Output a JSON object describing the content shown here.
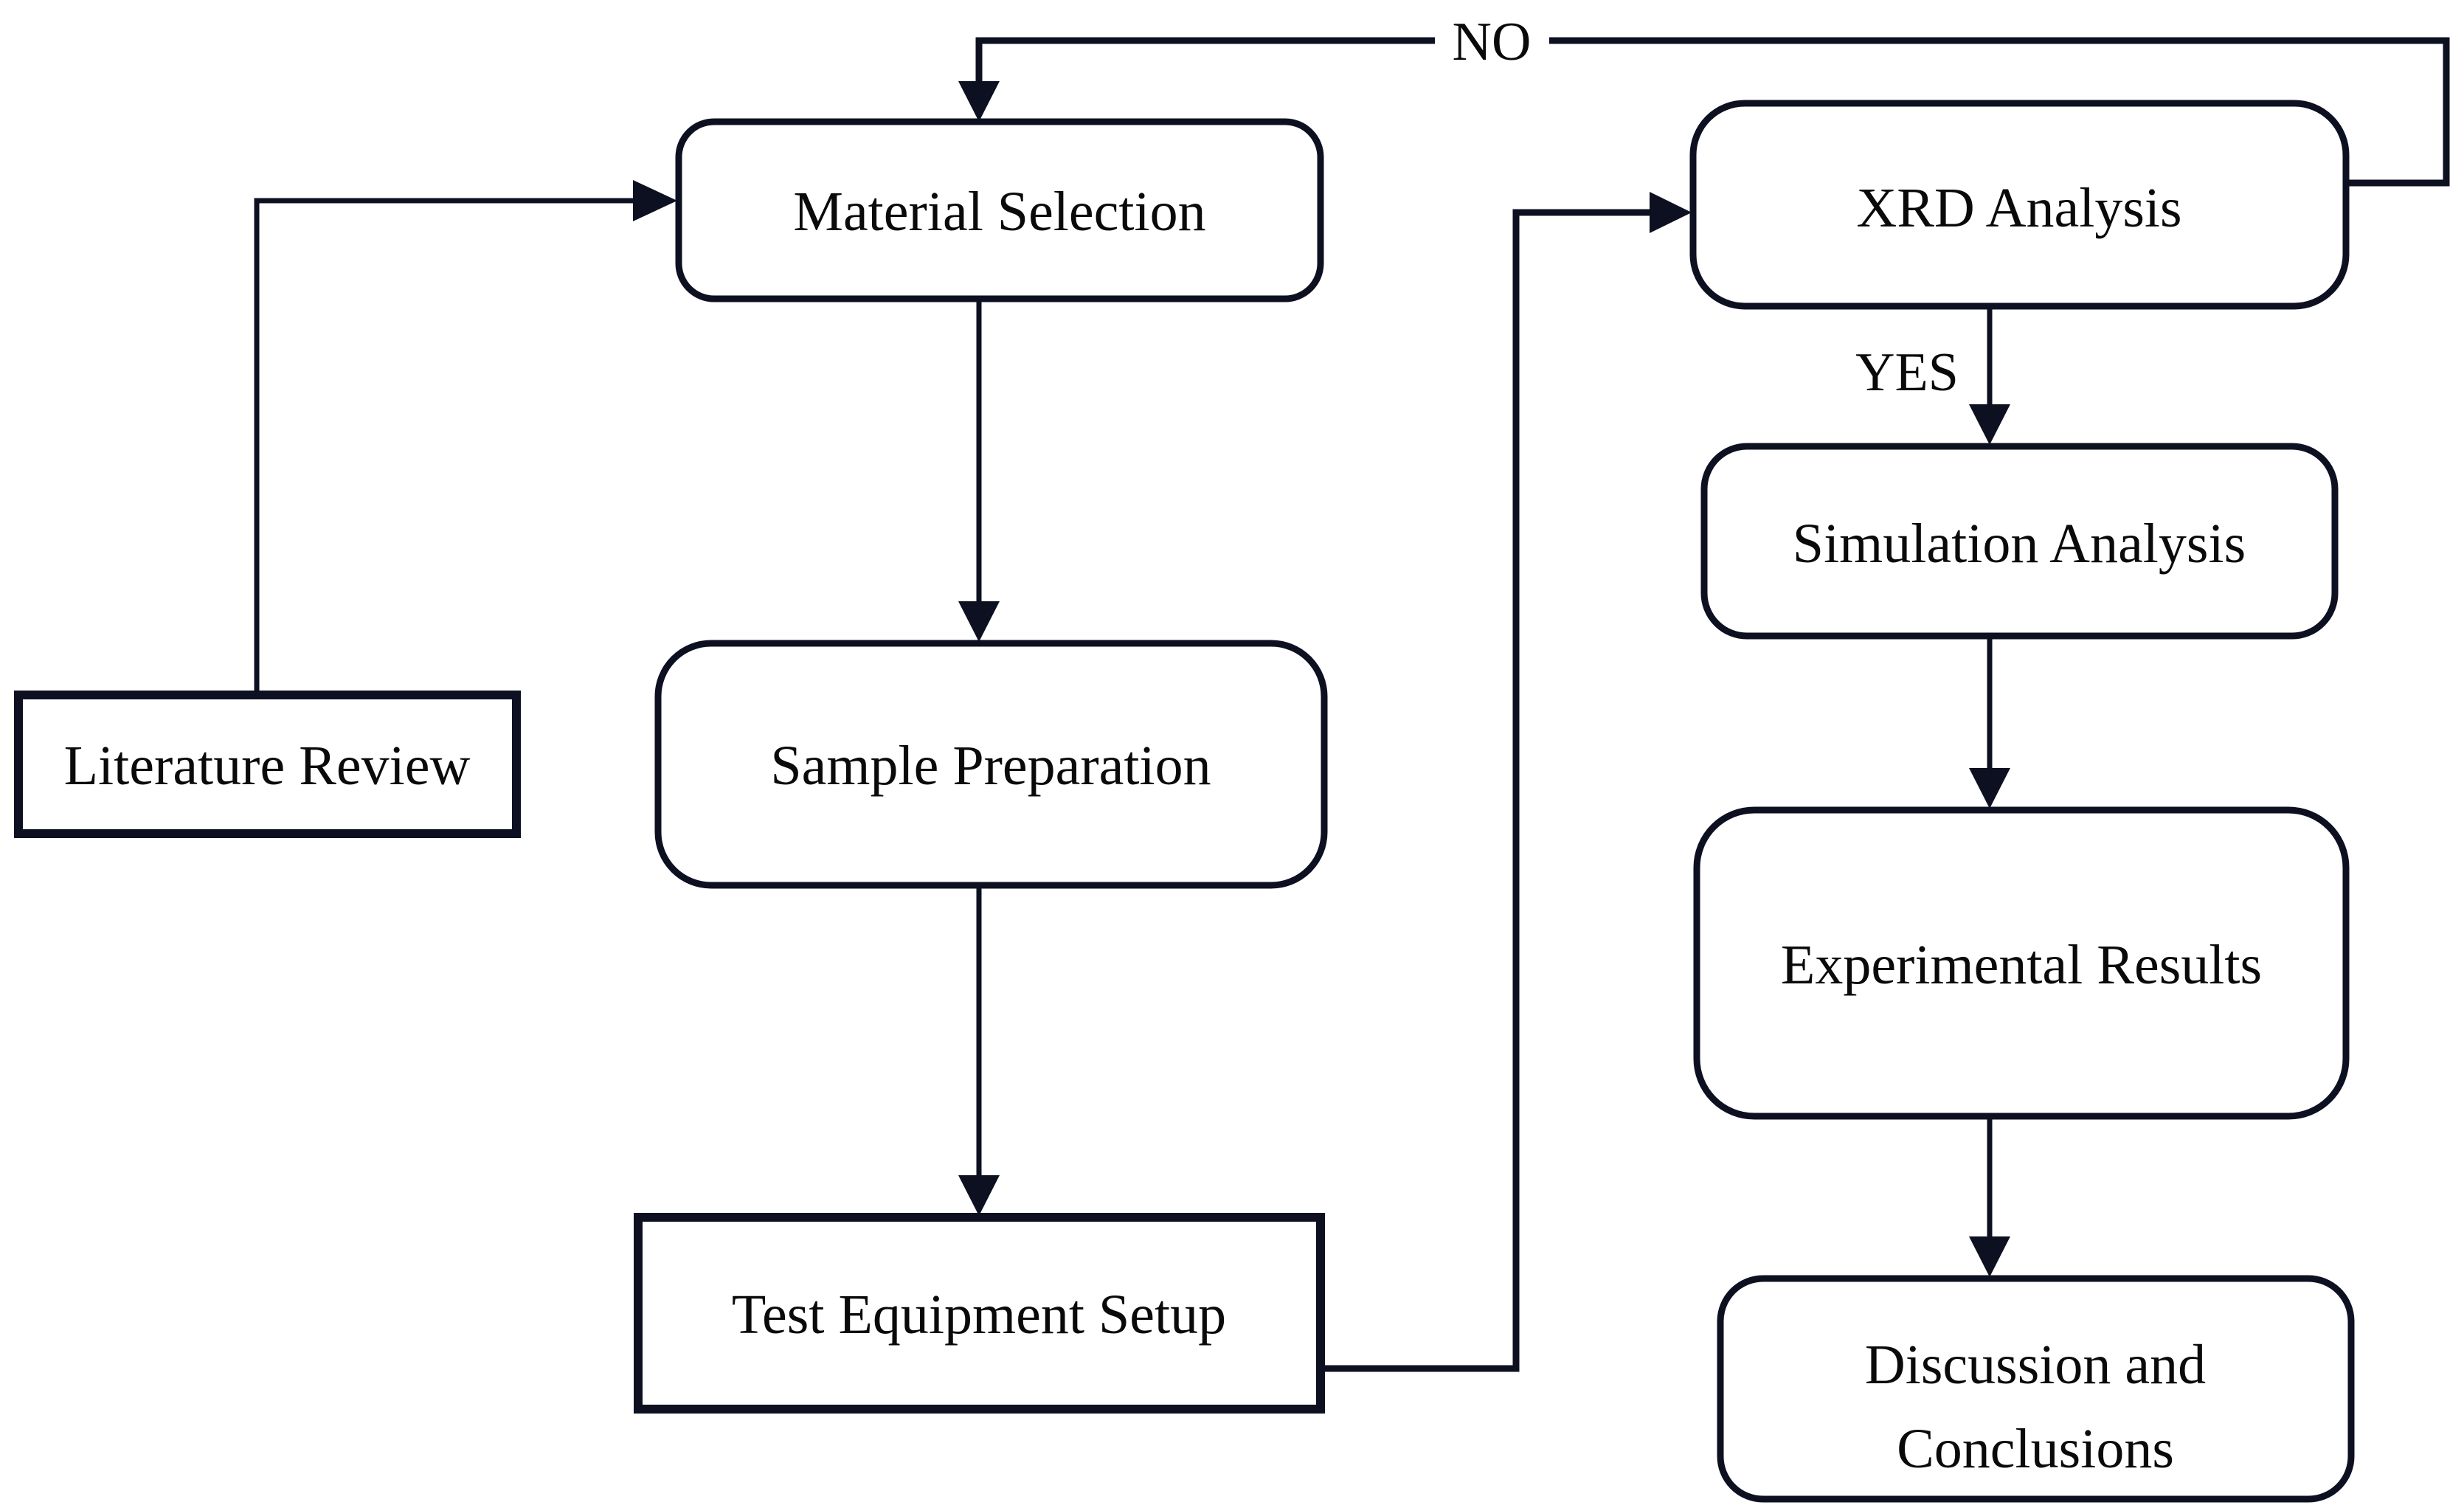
{
  "diagram": {
    "type": "flowchart",
    "background": "#ffffff",
    "line_color": "#0d1021",
    "text_color": "#0a0a0a",
    "nodes": {
      "literature_review": {
        "label": "Literature Review",
        "shape": "rectangle"
      },
      "material_selection": {
        "label": "Material Selection",
        "shape": "rounded"
      },
      "sample_preparation": {
        "label": "Sample Preparation",
        "shape": "rounded"
      },
      "test_equipment_setup": {
        "label": "Test Equipment Setup",
        "shape": "rectangle"
      },
      "xrd_analysis": {
        "label": "XRD Analysis",
        "shape": "rounded"
      },
      "simulation_analysis": {
        "label": "Simulation Analysis",
        "shape": "rounded"
      },
      "experimental_results": {
        "label": "Experimental Results",
        "shape": "rounded"
      },
      "discussion_conclusions": {
        "label": "Discussion and Conclusions",
        "line1": "Discussion and",
        "line2": "Conclusions",
        "shape": "rounded"
      }
    },
    "edge_labels": {
      "no": "NO",
      "yes": "YES"
    },
    "edges": [
      "Literature Review -> Material Selection",
      "Material Selection -> Sample Preparation",
      "Sample Preparation -> Test Equipment Setup",
      "Test Equipment Setup -> XRD Analysis",
      "XRD Analysis -> Simulation Analysis (YES)",
      "XRD Analysis -> Material Selection (NO loop)",
      "Simulation Analysis -> Experimental Results",
      "Experimental Results -> Discussion and Conclusions"
    ]
  }
}
